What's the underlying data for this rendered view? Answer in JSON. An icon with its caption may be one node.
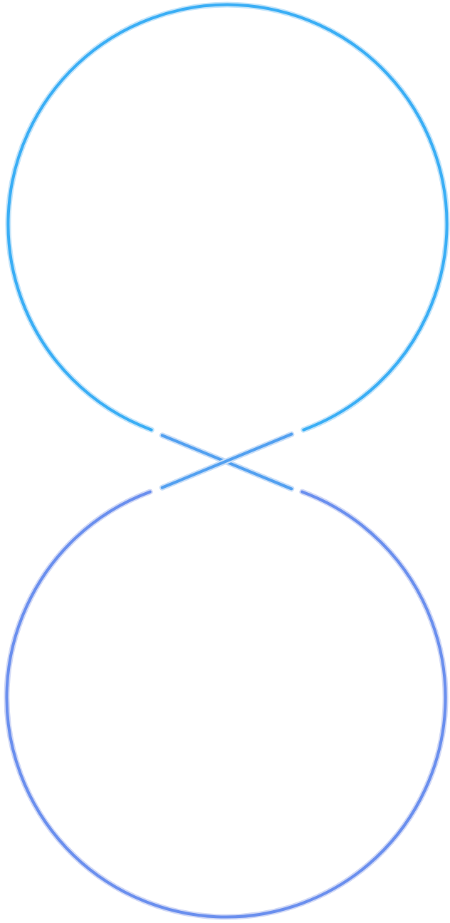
{
  "diagram": {
    "nodes": [
      {
        "text": [],
        "shape": "circle"
      },
      {
        "text": [],
        "shape": "circle"
      }
    ],
    "edges": [
      {
        "from": 0,
        "to": 1,
        "arrow": "none"
      },
      {
        "from": 0,
        "to": 1,
        "arrow": "none"
      }
    ]
  }
}
